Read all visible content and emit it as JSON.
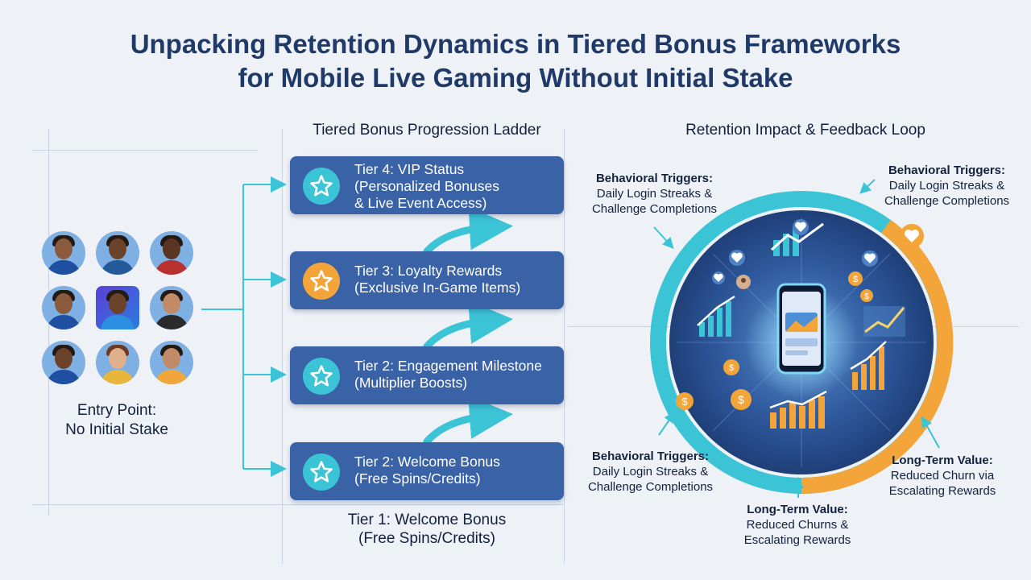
{
  "title": {
    "line1": "Unpacking Retention Dynamics in Tiered Bonus Frameworks",
    "line2": "for Mobile Live Gaming Without Initial Stake"
  },
  "ladder": {
    "title": "Tiered Bonus Progression Ladder",
    "entry": {
      "line1": "Entry Point:",
      "line2": "No Initial Stake"
    },
    "tiers": [
      {
        "line1": "Tier 4: VIP Status",
        "line2": "(Personalized Bonuses",
        "line3": "& Live Event Access)",
        "icon": "star-badge-icon",
        "color": "#3bc3d6"
      },
      {
        "line1": "Tier 3: Loyalty Rewards",
        "line2": "(Exclusive In-Game Items)",
        "icon": "star-badge-icon",
        "color": "#f3a53a"
      },
      {
        "line1": "Tier 2: Engagement Milestone",
        "line2": "(Multiplier Boosts)",
        "icon": "star-badge-icon",
        "color": "#3bc3d6"
      },
      {
        "line1": "Tier 2: Welcome Bonus",
        "line2": "(Free Spins/Credits)",
        "icon": "star-badge-icon",
        "color": "#3bc3d6"
      }
    ],
    "footer": {
      "line1": "Tier 1: Welcome Bonus",
      "line2": "(Free Spins/Credits)"
    }
  },
  "loop": {
    "title": "Retention Impact & Feedback Loop",
    "labels": {
      "top_left": {
        "head": "Behavioral Triggers:",
        "l1": "Daily Login Streaks &",
        "l2": "Challenge Completions"
      },
      "top_right": {
        "head": "Behavioral Triggers:",
        "l1": "Daily Login Streaks &",
        "l2": "Challenge Completions"
      },
      "bottom_left": {
        "head": "Behavioral Triggers:",
        "l1": "Daily Login Streaks &",
        "l2": "Challenge Completions"
      },
      "bottom_center": {
        "head": "Long-Term Value:",
        "l1": "Reduced Churns &",
        "l2": "Escalating Rewards"
      },
      "bottom_right": {
        "head": "Long-Term Value:",
        "l1": "Reduced Churn via",
        "l2": "Escalating Rewards"
      }
    }
  },
  "colors": {
    "cyan": "#3bc3d6",
    "orange": "#f3a53a",
    "navy": "#1f3a68",
    "card": "#3a62a6"
  }
}
